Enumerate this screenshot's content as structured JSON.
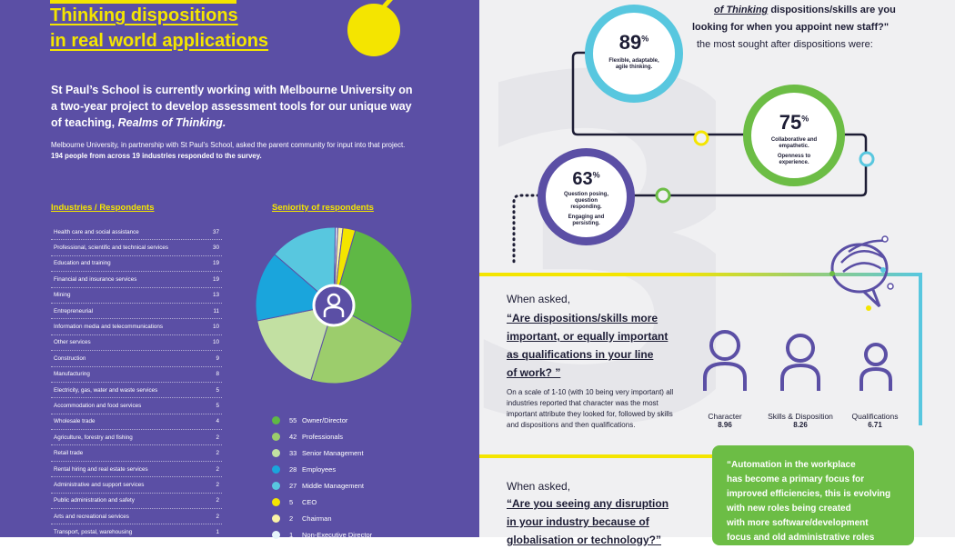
{
  "left": {
    "title_line1": "Thinking dispositions",
    "title_line2": "in real world applications",
    "intro_part1": "St Paul’s School is currently working with Melbourne University on a two-year project to develop assessment tools for our unique way of teaching, ",
    "intro_emph": "Realms of Thinking.",
    "survey_note": "Melbourne University, in partnership with St Paul’s School, asked the parent community for input into that project. ",
    "survey_bold": "194 people from across 19 industries responded to the survey.",
    "industries_heading": "Industries / Respondents",
    "seniority_heading": "Seniority of respondents",
    "industries": [
      {
        "name": "Health care and social assistance",
        "count": "37"
      },
      {
        "name": "Professional, scientific and technical services",
        "count": "30"
      },
      {
        "name": "Education and training",
        "count": "19"
      },
      {
        "name": "Financial and insurance services",
        "count": "19"
      },
      {
        "name": "Mining",
        "count": "13"
      },
      {
        "name": "Entrepreneurial",
        "count": "11"
      },
      {
        "name": "Information media and telecommunications",
        "count": "10"
      },
      {
        "name": "Other services",
        "count": "10"
      },
      {
        "name": "Construction",
        "count": "9"
      },
      {
        "name": "Manufacturing",
        "count": "8"
      },
      {
        "name": "Electricity, gas, water and waste services",
        "count": "5"
      },
      {
        "name": "Accommodation and food services",
        "count": "5"
      },
      {
        "name": "Wholesale trade",
        "count": "4"
      },
      {
        "name": "Agriculture, forestry and fishing",
        "count": "2"
      },
      {
        "name": "Retail trade",
        "count": "2"
      },
      {
        "name": "Rental hiring and real estate services",
        "count": "2"
      },
      {
        "name": "Administrative and support services",
        "count": "2"
      },
      {
        "name": "Public administration and safety",
        "count": "2"
      },
      {
        "name": "Arts and recreational services",
        "count": "2"
      },
      {
        "name": "Transport, postal, warehousing",
        "count": "1"
      }
    ],
    "seniority": [
      {
        "count": "55",
        "label": "Owner/Director",
        "color": "#5fb845"
      },
      {
        "count": "42",
        "label": "Professionals",
        "color": "#9ccd6c"
      },
      {
        "count": "33",
        "label": "Senior Management",
        "color": "#c2e0a2"
      },
      {
        "count": "28",
        "label": "Employees",
        "color": "#1aa5dc"
      },
      {
        "count": "27",
        "label": "Middle Management",
        "color": "#58c7df"
      },
      {
        "count": "5",
        "label": "CEO",
        "color": "#f4e500"
      },
      {
        "count": "2",
        "label": "Chairman",
        "color": "#fbf3a6"
      },
      {
        "count": "1",
        "label": "Non-Executive Director",
        "color": "#e6f4fb"
      }
    ]
  },
  "right": {
    "q1_line1_emph": "of Thinking",
    "q1_line1_rest": " dispositions/skills are you",
    "q1_line2": "looking for when you appoint new staff?\"",
    "q1_line3": "the most sought after dispositions were:",
    "stats": [
      {
        "pct": "89",
        "desc": "Flexible, adaptable, agile thinking."
      },
      {
        "pct": "75",
        "desc": "Collaborative and empathetic.",
        "desc2": "Openness to experience."
      },
      {
        "pct": "63",
        "desc": "Question posing, question responding.",
        "desc2": "Engaging and persisting."
      }
    ],
    "when_asked_1": "When asked,",
    "q2_lines": [
      "“Are dispositions/skills more",
      "important, or equally important",
      "as qualifications in your line",
      "of work? ”"
    ],
    "scale_text": "On a scale of 1-10 (with 10 being very important) all industries reported that character was the most important attribute they looked for, followed by skills and dispositions and then qualifications.",
    "figures": [
      {
        "label": "Character",
        "value": "8.96"
      },
      {
        "label": "Skills & Disposition",
        "value": "8.26"
      },
      {
        "label": "Qualifications",
        "value": "6.71"
      }
    ],
    "when_asked_2": "When asked,",
    "q3_lines": [
      "“Are you seeing any disruption",
      "in your industry because of",
      "globalisation or technology?”"
    ],
    "quote_lines": [
      "“Automation in the workplace",
      "has become a primary focus for",
      "improved efficiencies, this is evolving",
      "with new roles being created",
      "with more software/development",
      "focus and old administrative roles"
    ]
  }
}
